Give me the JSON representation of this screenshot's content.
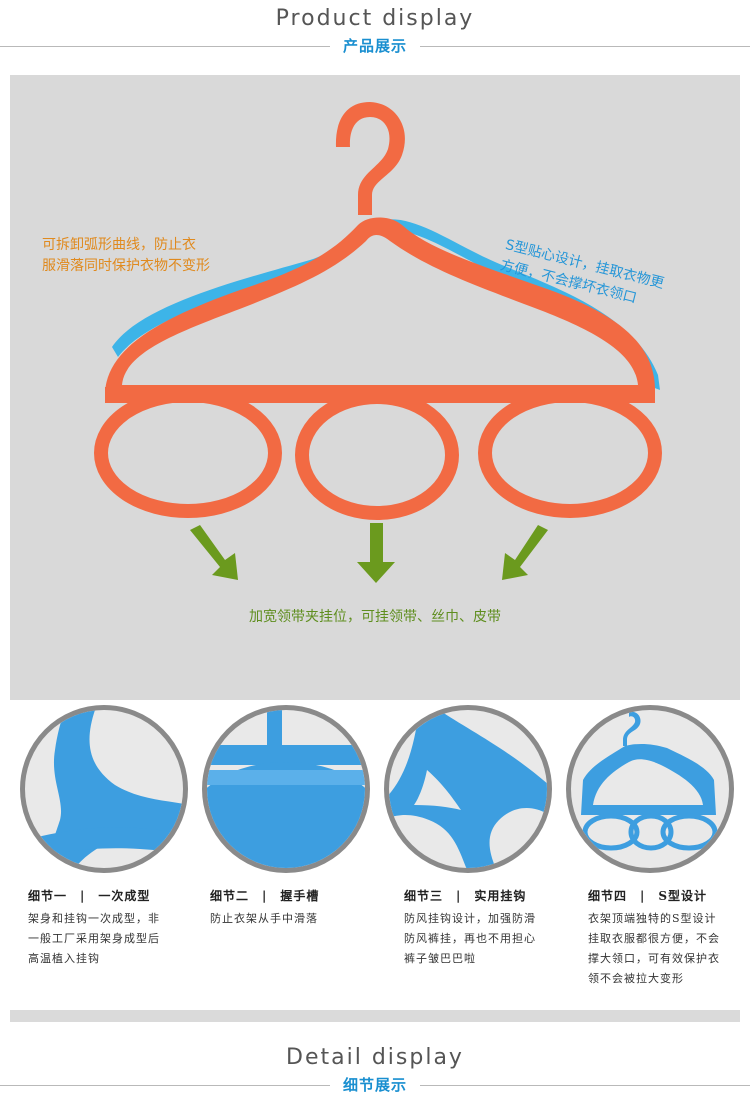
{
  "product_header": {
    "en": "Product display",
    "cn": "产品展示"
  },
  "hero": {
    "left_note_line1": "可拆卸弧形曲线，防止衣",
    "left_note_line2": "服滑落同时保护衣物不变形",
    "right_note_line1": "S型贴心设计，挂取衣物更",
    "right_note_line2": "方便，不会撑坏衣领口",
    "bottom_note": "加宽领带夹挂位，可挂领带、丝巾、皮带",
    "colors": {
      "hanger": "#f26a43",
      "accent": "#3db4e8",
      "arrow": "#6b9a1e"
    }
  },
  "details": [
    {
      "title": "细节一　|　一次成型",
      "desc": [
        "架身和挂钩一次成型，非",
        "一般工厂采用架身成型后",
        "高温植入挂钩"
      ]
    },
    {
      "title": "细节二　|　握手槽",
      "desc": [
        "防止衣架从手中滑落"
      ]
    },
    {
      "title": "细节三　|　实用挂钩",
      "desc": [
        "防风挂钩设计，加强防滑",
        "防风裤挂，再也不用担心",
        "裤子皱巴巴啦"
      ]
    },
    {
      "title": "细节四　|　S型设计",
      "desc": [
        "衣架顶端独特的S型设计",
        "挂取衣服都很方便，不会",
        "撑大领口，可有效保护衣",
        "领不会被拉大变形"
      ]
    }
  ],
  "detail_header": {
    "en": "Detail display",
    "cn": "细节展示"
  }
}
